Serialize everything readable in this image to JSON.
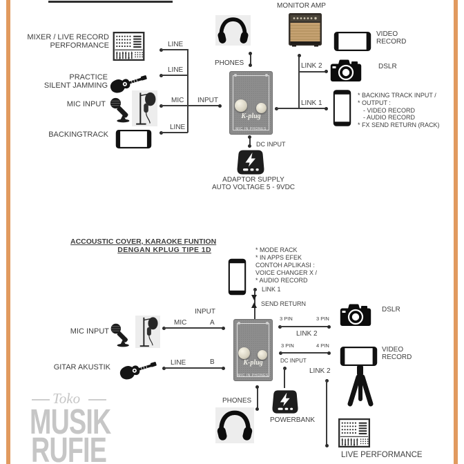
{
  "page": {
    "frame_color": "#E19A5F",
    "text_color": "#3d3d3d"
  },
  "watermark": {
    "script_word": "Toko",
    "word1": "MUSIK",
    "word2": "RUFIE"
  },
  "pedal": {
    "brand": "K-plug",
    "port_text": "MIC IN  PHONES"
  },
  "top": {
    "mixer_label": "MIXER / LIVE RECORD\nPERFORMANCE",
    "practice_label": "PRACTICE\nSILENT JAMMING",
    "mic_input_label": "MIC INPUT",
    "backingtrack_label": "BACKINGTRACK",
    "port_line1": "LINE",
    "port_line2": "LINE",
    "port_mic": "MIC",
    "port_line3": "LINE",
    "port_input": "INPUT",
    "phones_label": "PHONES",
    "monitor_amp_label": "MONITOR AMP",
    "video_record_label": "VIDEO\nRECORD",
    "dslr_label": "DSLR",
    "link2_label": "LINK 2",
    "link1_label": "LINK 1",
    "dc_input_label": "DC INPUT",
    "adaptor_label": "ADAPTOR SUPPLY\nAUTO VOLTAGE 5 - 9VDC",
    "notes": {
      "n0": "* BACKING TRACK INPUT /",
      "n1": "* OUTPUT :",
      "n2": "- VIDEO RECORD",
      "n3": "- AUDIO RECORD",
      "n4": "* FX SEND RETURN (RACK)"
    }
  },
  "bottom": {
    "title1": "ACCOUSTIC COVER, KARAOKE FUNTION",
    "title2": "DENGAN KPLUG TIPE 1D",
    "notes": {
      "n0": "* MODE RACK",
      "n1": "* IN APPS EFEK",
      "n2": "CONTOH APLIKASI :",
      "n3": "VOICE CHANGER X /",
      "n4": "* AUDIO RECORD"
    },
    "link1_label": "LINK 1",
    "send_return_label": "SEND RETURN",
    "input_label": "INPUT",
    "mic_label": "MIC",
    "port_a": "A",
    "line_label": "LINE",
    "port_b": "B",
    "mic_input_label": "MIC INPUT",
    "gitar_label": "GITAR AKUSTIK",
    "pin3_a": "3 PIN",
    "pin3_b": "3 PIN",
    "link2_label": "LINK 2",
    "pin3_c": "3 PIN",
    "pin4_label": "4 PIN",
    "dc_input_label": "DC INPUT",
    "powerbank_label": "POWERBANK",
    "link2b_label": "LINK 2",
    "phones_label": "PHONES",
    "dslr_label": "DSLR",
    "video_record_label": "VIDEO\nRECORD",
    "live_label": "LIVE PERFORMANCE"
  }
}
